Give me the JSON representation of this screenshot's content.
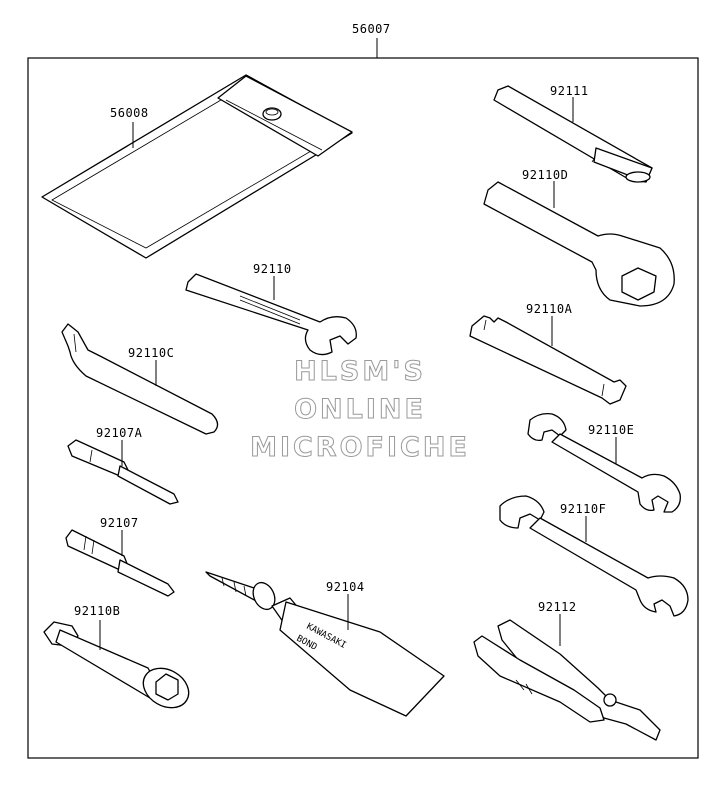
{
  "diagram": {
    "assembly_number": "56007",
    "parts": [
      {
        "id": "pouch",
        "number": "56008"
      },
      {
        "id": "extension-bar",
        "number": "92111"
      },
      {
        "id": "box-wrench",
        "number": "92110D"
      },
      {
        "id": "open-end-wrench",
        "number": "92110"
      },
      {
        "id": "flat-spanner",
        "number": "92110A"
      },
      {
        "id": "hook-spanner",
        "number": "92110C"
      },
      {
        "id": "screwdriver-short",
        "number": "92107A"
      },
      {
        "id": "double-wrench-small",
        "number": "92110E"
      },
      {
        "id": "double-wrench-large",
        "number": "92110F"
      },
      {
        "id": "screwdriver",
        "number": "92107"
      },
      {
        "id": "bond-tube",
        "number": "92104"
      },
      {
        "id": "pliers",
        "number": "92112"
      },
      {
        "id": "plug-wrench",
        "number": "92110B"
      }
    ],
    "tube_text": [
      "KAWASAKI",
      "BOND"
    ]
  },
  "watermark": {
    "line1": "HLSM'S",
    "line2": "ONLINE",
    "line3": "MICROFICHE"
  }
}
